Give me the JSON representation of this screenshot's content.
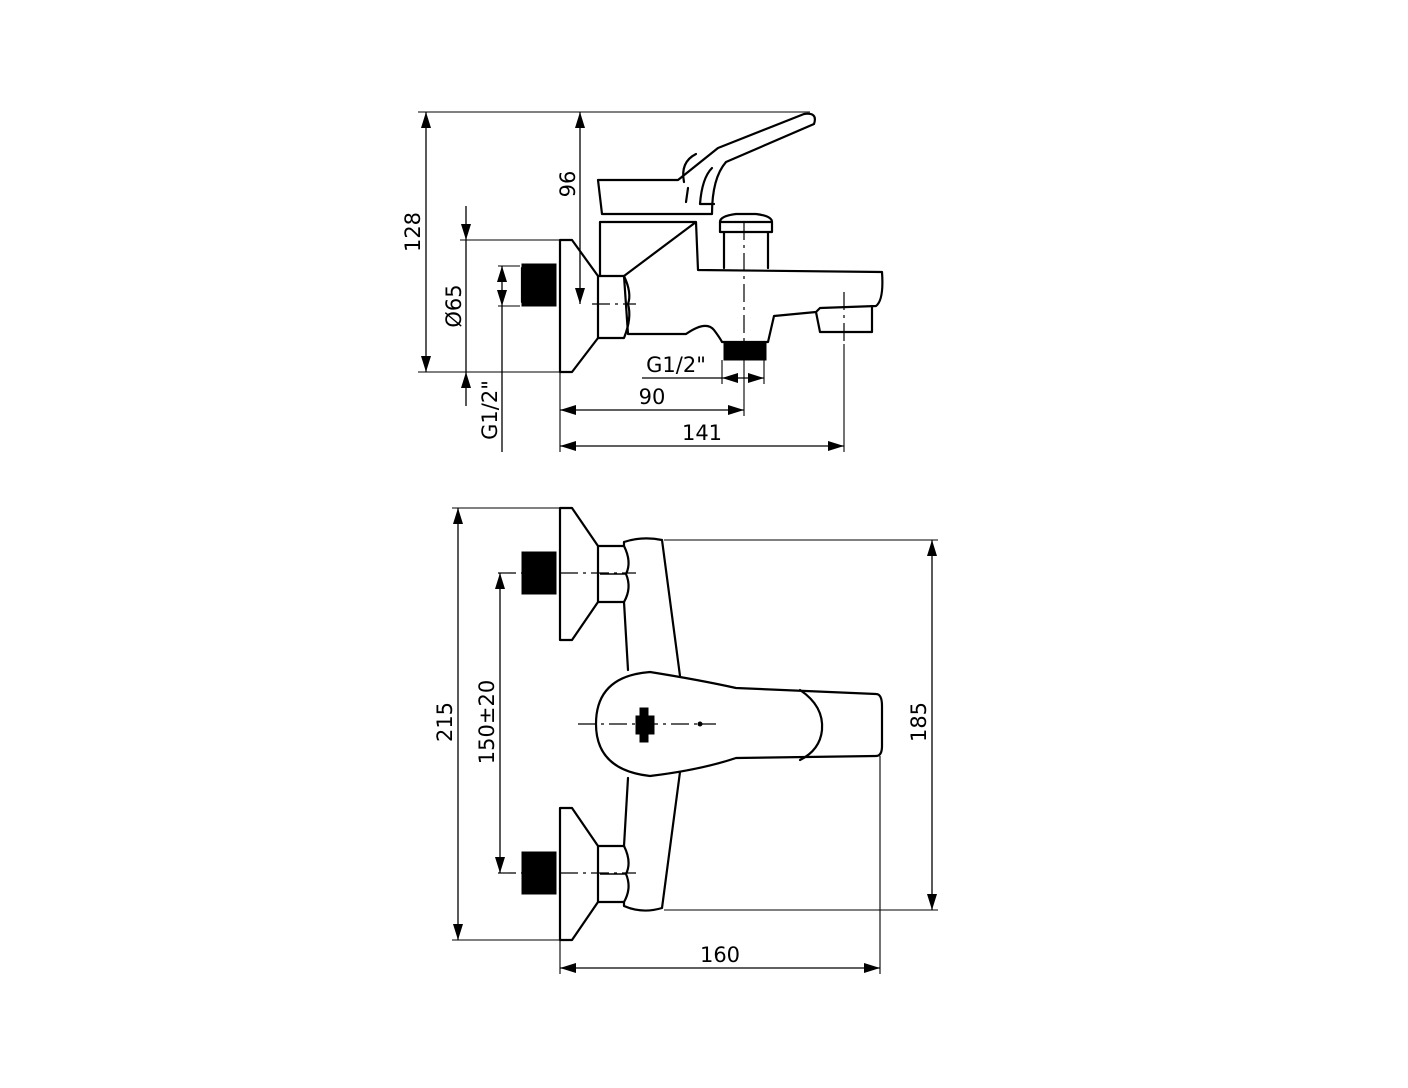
{
  "side_view": {
    "dim_total_height": "128",
    "dim_lever_height": "96",
    "dim_flange_diameter": "Ø65",
    "dim_inlet_thread": "G1/2\"",
    "dim_outlet_thread": "G1/2\"",
    "dim_outlet_offset": "90",
    "dim_total_depth": "141"
  },
  "front_view": {
    "dim_total_height": "215",
    "dim_inlet_spacing": "150±20",
    "dim_body_height": "185",
    "dim_total_width": "160"
  }
}
